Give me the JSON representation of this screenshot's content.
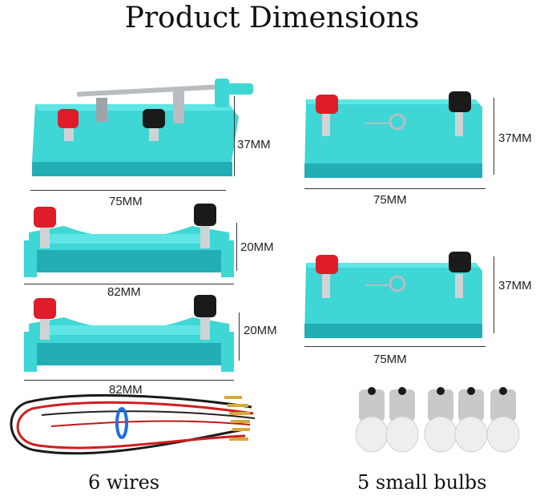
{
  "title": "Product Dimensions",
  "colors": {
    "base": "#3fd6d6",
    "base_dark": "#22aeb4",
    "base_top": "#5fe6e4",
    "terminal_red": "#e01b2a",
    "terminal_black": "#1a1a1a",
    "metal": "#b8bcc0"
  },
  "parts": {
    "knife_switch": {
      "width_label": "75MM",
      "height_label": "37MM"
    },
    "spring_board_top": {
      "width_label": "75MM",
      "height_label": "37MM"
    },
    "battery_holder_1": {
      "width_label": "82MM",
      "height_label": "20MM"
    },
    "spring_board_bottom": {
      "width_label": "75MM",
      "height_label": "37MM"
    },
    "battery_holder_2": {
      "width_label": "82MM",
      "height_label": "20MM"
    }
  },
  "captions": {
    "wires": "6 wires",
    "bulbs": "5 small bulbs"
  }
}
